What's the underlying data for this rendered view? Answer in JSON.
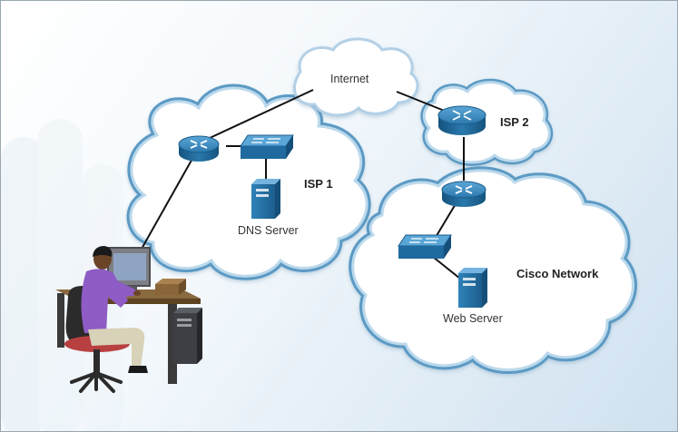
{
  "diagram": {
    "labels": {
      "internet": "Internet",
      "isp1": "ISP 1",
      "isp2": "ISP 2",
      "dns_server": "DNS Server",
      "cisco_network": "Cisco Network",
      "web_server": "Web Server"
    },
    "colors": {
      "cloud_fill": "#ffffff",
      "cloud_outer_stroke": "#5b9ac4",
      "cloud_inner_stroke": "#b7d6ea",
      "device_blue": "#1f6a9f",
      "device_light": "#4f9bcc",
      "link_line": "#111111",
      "user_shirt": "#8e5cc4",
      "chair": "#2b2b2b"
    },
    "icons": [
      "router-icon",
      "switch-icon",
      "server-icon",
      "user-at-computer-icon"
    ]
  }
}
